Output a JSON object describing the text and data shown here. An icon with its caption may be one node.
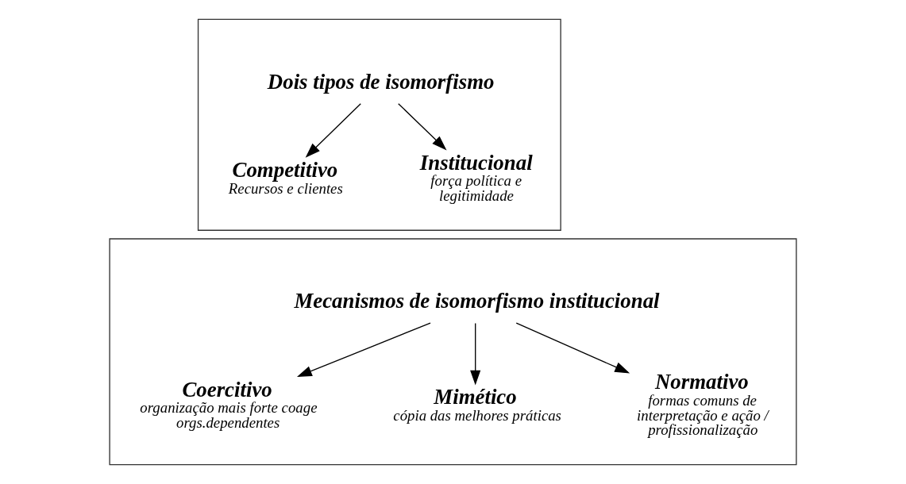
{
  "diagram": {
    "nodes": [
      {
        "text": [],
        "shape": "box"
      },
      {
        "text": [
          "Dois tipos de isomorfismo"
        ],
        "in": 0
      },
      {
        "text": [
          "Competitivo",
          "Recursos e clientes"
        ],
        "in": 0
      },
      {
        "text": [
          "Institucional",
          "força política e legitimidade"
        ],
        "in": 0
      },
      {
        "text": [],
        "shape": "box"
      },
      {
        "text": [
          "Mecanismos de isomorfismo institucional"
        ],
        "in": 4
      },
      {
        "text": [
          "Coercitivo",
          "organização mais forte coage orgs.dependentes"
        ],
        "in": 4
      },
      {
        "text": [
          "Mimético",
          "cópia das melhores práticas"
        ],
        "in": 4
      },
      {
        "text": [
          "Normativo",
          "formas comuns de interpretação e ação / profissionalização"
        ],
        "in": 4
      }
    ],
    "edges": [
      {
        "from": 1,
        "to": 2,
        "arrow": "to"
      },
      {
        "from": 1,
        "to": 3,
        "arrow": "to"
      },
      {
        "from": 5,
        "to": 6,
        "arrow": "to"
      },
      {
        "from": 5,
        "to": 7,
        "arrow": "to"
      },
      {
        "from": 5,
        "to": 8,
        "arrow": "to"
      }
    ]
  }
}
